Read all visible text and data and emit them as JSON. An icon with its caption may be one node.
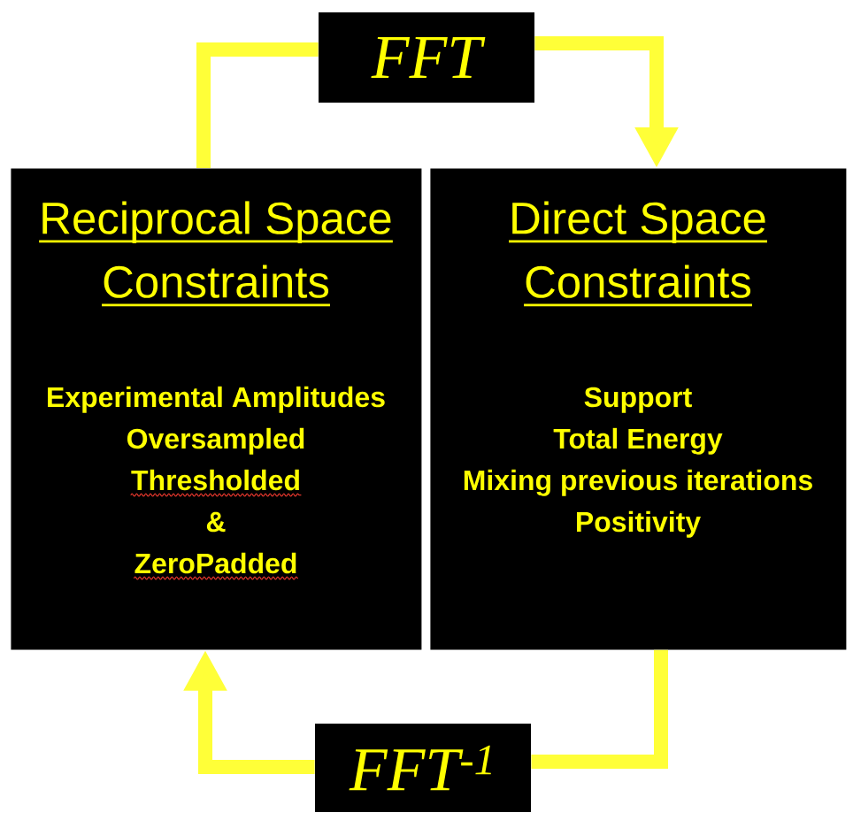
{
  "diagram": {
    "nodes": [
      {
        "text": [
          "Reciprocal Space Constraints",
          "Experimental Amplitudes",
          "Oversampled",
          "Thresholded",
          "&",
          "ZeroPadded"
        ]
      },
      {
        "text": [
          "Direct Space Constraints",
          "Support",
          "Total Energy",
          "Mixing previous iterations",
          "Positivity"
        ]
      },
      {
        "text": [
          "FFT"
        ]
      },
      {
        "text": [
          "FFT$^{-1}$"
        ]
      }
    ],
    "edges": [
      {
        "from": 0,
        "to": 2,
        "arrow": "none"
      },
      {
        "from": 2,
        "to": 1,
        "arrow": "to"
      },
      {
        "from": 1,
        "to": 3,
        "arrow": "none"
      },
      {
        "from": 3,
        "to": 0,
        "arrow": "to"
      }
    ]
  }
}
